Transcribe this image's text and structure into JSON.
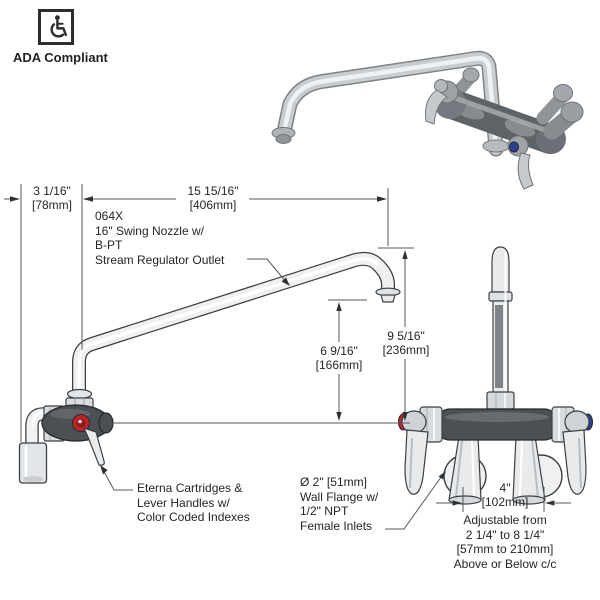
{
  "badge": {
    "label": "ADA Compliant"
  },
  "dimensions": {
    "wall_offset": {
      "inches": "3 1/16\"",
      "mm": "[78mm]"
    },
    "nozzle_reach": {
      "inches": "15 15/16\"",
      "mm": "[406mm]"
    },
    "outlet_height": {
      "inches": "6 9/16\"",
      "mm": "[166mm]"
    },
    "nozzle_height": {
      "inches": "9 5/16\"",
      "mm": "[236mm]"
    },
    "inlet_spacing": {
      "inches": "4\"",
      "mm": "[102mm]"
    }
  },
  "annotations": {
    "nozzle_spec": "064X\n16\" Swing Nozzle w/\nB-PT\nStream Regulator Outlet",
    "cartridges": "Eterna Cartridges &\nLever Handles w/\nColor Coded Indexes",
    "wall_flange": "Ø 2\" [51mm]\nWall Flange w/\n1/2\" NPT\nFemale Inlets",
    "adjustability": "Adjustable from\n2 1/4\" to 8 1/4\"\n[57mm to 210mm]\nAbove or Below c/c"
  },
  "colors": {
    "hot_index": "#bf2327",
    "cold_index": "#2a3f8f",
    "line_art_outline": "#3c4043",
    "dimension_line": "#55585a",
    "metal_dark": "#4b5055",
    "metal_light": "#c9cdd0"
  }
}
